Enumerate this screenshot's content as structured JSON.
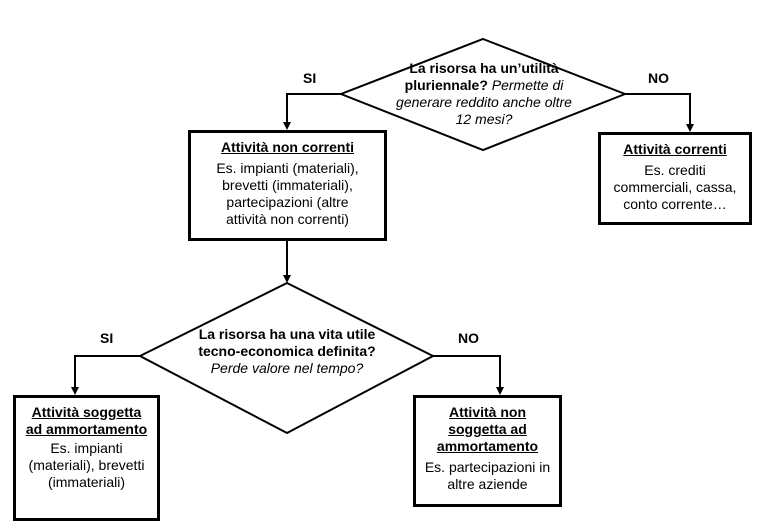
{
  "decisions": {
    "d1": {
      "bold": "La risorsa ha un’utilità pluriennale?",
      "italic": "Permette di generare reddito anche oltre 12 mesi?"
    },
    "d2": {
      "bold": "La risorsa ha una vita utile tecno-economica definita?",
      "italic": "Perde valore nel tempo?"
    }
  },
  "branch_labels": {
    "d1_yes": "SI",
    "d1_no": "NO",
    "d2_yes": "SI",
    "d2_no": "NO"
  },
  "boxes": {
    "non_correnti": {
      "title": "Attività non correnti",
      "body": "Es. impianti (materiali), brevetti  (immateriali), partecipazioni  (altre attività non correnti)"
    },
    "correnti": {
      "title": "Attività correnti",
      "body": "Es. crediti commerciali, cassa, conto corrente…"
    },
    "soggetta": {
      "title": "Attività soggetta ad ammortamento",
      "body": "Es. impianti (materiali), brevetti (immateriali)"
    },
    "non_soggetta": {
      "title": "Attività non soggetta ad ammortamento",
      "body": "Es. partecipazioni in altre aziende"
    }
  }
}
